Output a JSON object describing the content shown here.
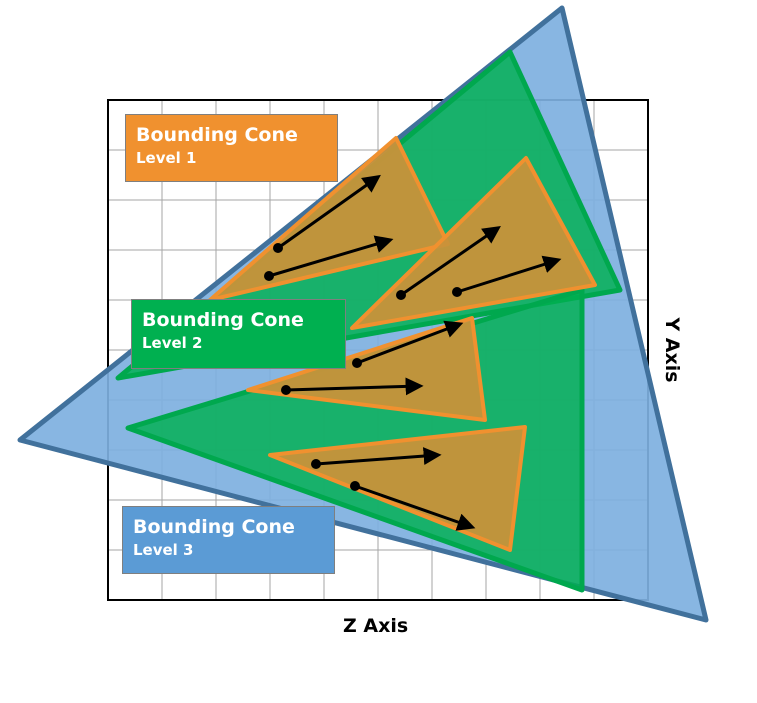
{
  "labels": {
    "level1": {
      "title": "Bounding Cone",
      "level": "Level 1"
    },
    "level2": {
      "title": "Bounding Cone",
      "level": "Level 2"
    },
    "level3": {
      "title": "Bounding Cone",
      "level": "Level 3"
    }
  },
  "axes": {
    "z": "Z Axis",
    "y": "Y Axis"
  },
  "colors": {
    "level1_fill": "#F0912F",
    "level1_cone_fill": "#C8923A",
    "level1_stroke": "#F0912F",
    "level2_fill": "#00B050",
    "level2_stroke": "#00A84E",
    "level3_fill": "#7EB0E0",
    "level3_stroke": "#41719C",
    "grid": "#A6A6A6",
    "arrow": "#000000"
  }
}
